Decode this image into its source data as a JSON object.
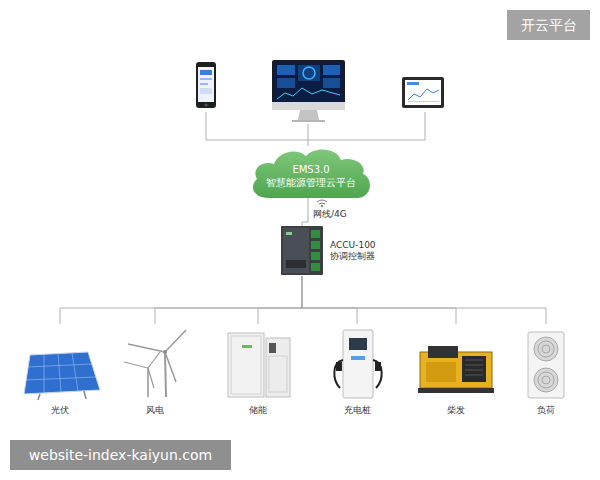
{
  "diagram": {
    "nodes": [
      {
        "text": [
          "EMS3.0",
          "智慧能源管理云平台"
        ]
      },
      {
        "text": [
          "ACCU-100 协调控制器"
        ]
      },
      {
        "text": [
          "光伏"
        ]
      },
      {
        "text": [
          "风电"
        ]
      },
      {
        "text": [
          "储能"
        ]
      },
      {
        "text": [
          "充电桩"
        ]
      },
      {
        "text": [
          "柴发"
        ]
      },
      {
        "text": [
          "负荷"
        ]
      }
    ],
    "edges": [
      {
        "from": 0,
        "to": 1,
        "label": "网线/4G",
        "arrow": "none"
      },
      {
        "from": 1,
        "to": 2,
        "arrow": "none"
      },
      {
        "from": 1,
        "to": 3,
        "arrow": "none"
      },
      {
        "from": 1,
        "to": 4,
        "arrow": "none"
      },
      {
        "from": 1,
        "to": 5,
        "arrow": "none"
      },
      {
        "from": 1,
        "to": 6,
        "arrow": "none"
      },
      {
        "from": 1,
        "to": 7,
        "arrow": "none"
      }
    ],
    "labels": [
      "开云平台",
      "website-index-kaiyun.com"
    ]
  }
}
